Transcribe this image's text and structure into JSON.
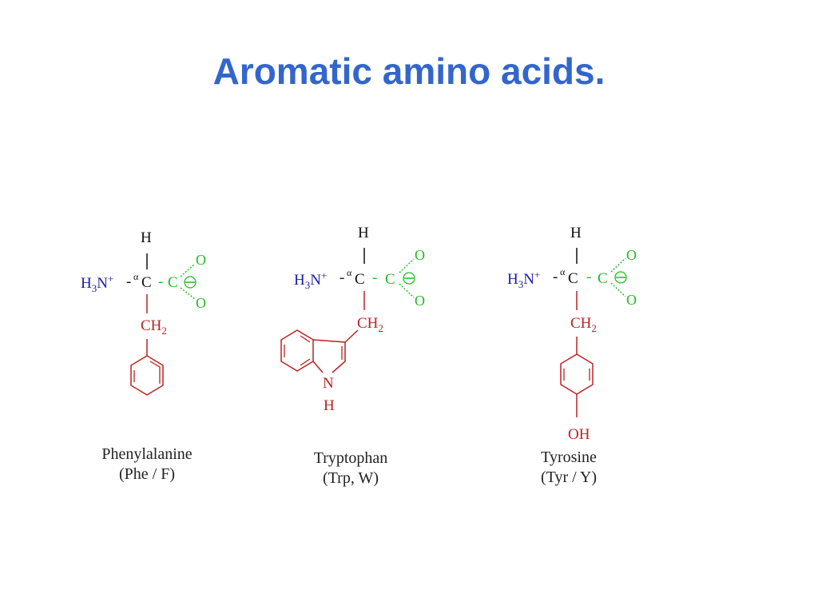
{
  "slide": {
    "title": "Aromatic amino acids."
  },
  "colors": {
    "title": "#3366cc",
    "amino_group": "#1a1ab0",
    "carboxyl_group": "#22bb22",
    "side_chain": "#bb2222",
    "backbone": "#111111"
  },
  "labels": {
    "hydrogen": "H",
    "amine_h": "H",
    "amine_sub": "3",
    "amine_n": "N",
    "amine_charge": "+",
    "bond_dash": "-",
    "alpha": "α",
    "carbon": "C",
    "oxygen": "O",
    "minus": "−",
    "ch": "CH",
    "ch_sub": "2",
    "nitrogen": "N",
    "hydroxyl": "OH"
  },
  "amino_acids": [
    {
      "name": "Phenylalanine",
      "code": "(Phe / F)"
    },
    {
      "name": "Tryptophan",
      "code": "(Trp, W)"
    },
    {
      "name": "Tyrosine",
      "code": "(Tyr / Y)"
    }
  ]
}
